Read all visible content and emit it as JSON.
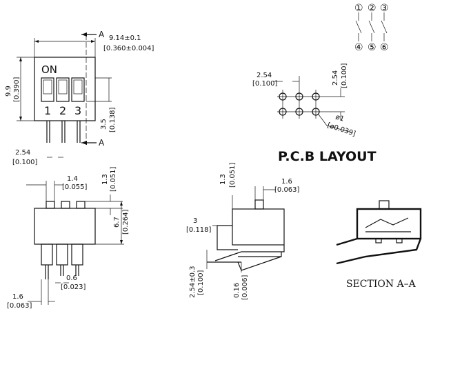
{
  "views": {
    "front": {
      "on_label": "ON",
      "switch_numbers": [
        "1",
        "2",
        "3"
      ],
      "section_marker": "A",
      "dim_width": {
        "mm": "9.14±0.1",
        "inch": "[0.360±0.004]"
      },
      "dim_height": {
        "mm": "9.9",
        "inch": "[0.390]"
      },
      "dim_pin": {
        "mm": "3.5",
        "inch": "[0.138]"
      },
      "dim_pitch": {
        "mm": "2.54",
        "inch": "[0.100]"
      }
    },
    "bottom_left": {
      "dim_actuator_width": {
        "mm": "1.4",
        "inch": "[0.055]"
      },
      "dim_actuator_height": {
        "mm": "1.3",
        "inch": "[0.051]"
      },
      "dim_body_height": {
        "mm": "6.7",
        "inch": "[0.264]"
      },
      "dim_pin_width": {
        "mm": "0.6",
        "inch": "[0.023]"
      },
      "dim_pin_offset": {
        "mm": "1.6",
        "inch": "[0.063]"
      }
    },
    "side": {
      "dim_top_left": {
        "mm": "1.3",
        "inch": "[0.051]"
      },
      "dim_top_right": {
        "mm": "1.6",
        "inch": "[0.063]"
      },
      "dim_leg": {
        "mm": "3",
        "inch": "[0.118]"
      },
      "dim_pitch_tol": {
        "mm": "2.54±0.3",
        "inch": "[0.100]"
      },
      "dim_thickness": {
        "mm": "0.16",
        "inch": "[0.006]"
      }
    },
    "pcb": {
      "dim_h_pitch": {
        "mm": "2.54",
        "inch": "[0.100]"
      },
      "dim_v_pitch": {
        "mm": "2.54",
        "inch": "[0.100]"
      },
      "dim_hole": {
        "mm": "ø1",
        "inch": "[ø0.039]"
      },
      "title": "P.C.B  LAYOUT"
    },
    "schematic": {
      "top_pins": [
        "①",
        "②",
        "③"
      ],
      "bottom_pins": [
        "④",
        "⑤",
        "⑥"
      ]
    },
    "section": {
      "title": "SECTION  A–A"
    }
  }
}
